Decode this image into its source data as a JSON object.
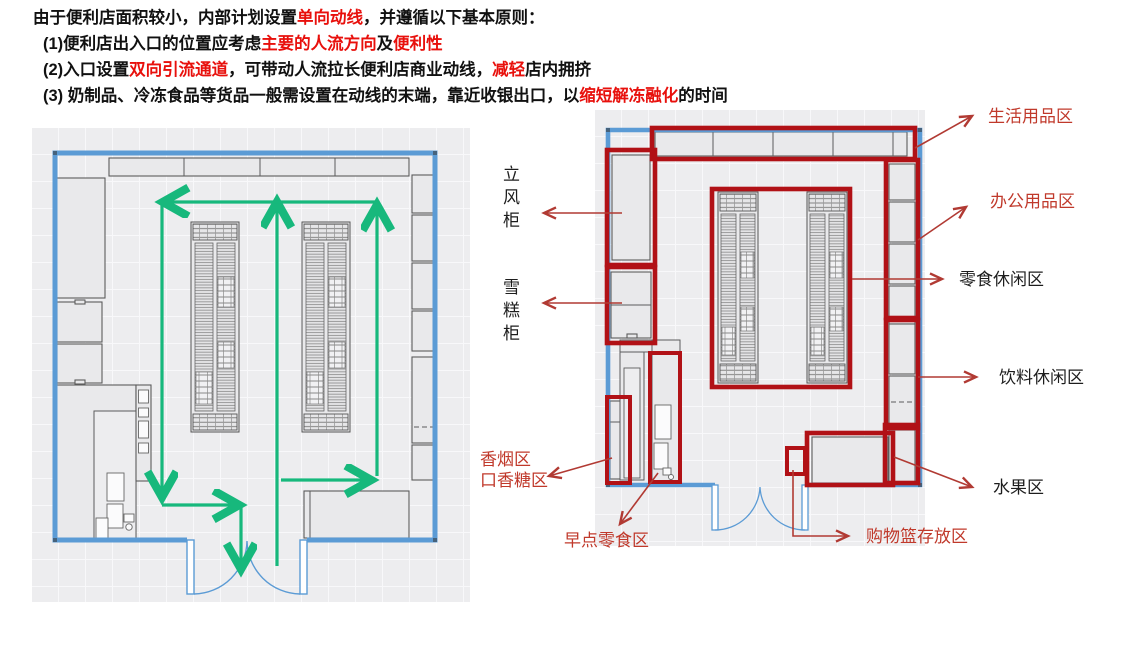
{
  "title_block": {
    "lines": [
      {
        "indent": false,
        "segments": [
          {
            "t": "由于便利店面积较小，内部计划设置"
          },
          {
            "t": "单向动线",
            "red": true
          },
          {
            "t": "，并遵循以下基本原则："
          }
        ]
      },
      {
        "indent": true,
        "segments": [
          {
            "t": "(1)便利店出入口的位置应考虑"
          },
          {
            "t": "主要的人流方向",
            "red": true
          },
          {
            "t": "及"
          },
          {
            "t": "便利性",
            "red": true
          }
        ]
      },
      {
        "indent": true,
        "segments": [
          {
            "t": "(2)入口设置"
          },
          {
            "t": "双向引流通道",
            "red": true
          },
          {
            "t": "，可带动人流拉长便利店商业动线，"
          },
          {
            "t": "减轻",
            "red": true
          },
          {
            "t": "店内拥挤"
          }
        ]
      },
      {
        "indent": true,
        "segments": [
          {
            "t": "(3) 奶制品、冷冻食品等货品一般需设置在动线的末端，靠近收银出口，以"
          },
          {
            "t": "缩短解冻融化",
            "red": true
          },
          {
            "t": "的时间"
          }
        ]
      }
    ]
  },
  "right_plan": {
    "labels": {
      "daily": "生活用品区",
      "office": "办公用品区",
      "snack": "零食休闲区",
      "drink": "饮料休闲区",
      "fruit": "水果区",
      "basket": "购物篮存放区",
      "breakfast": "早点零食区",
      "cigarette": "香烟区\n口香糖区",
      "freezer_cabinet": "立风柜",
      "icecream_cabinet": "雪糕柜"
    }
  },
  "colors": {
    "title_red": "#e8100c",
    "label_red": "#c0392b",
    "label_black": "#1d1d1d",
    "zone_outline_red": "#b11116",
    "annotation_arrow_red": "#b13a33",
    "wall_blue": "#5b9bd5",
    "flow_arrow_green": "#17b87c",
    "floor_gray": "#ededef"
  }
}
